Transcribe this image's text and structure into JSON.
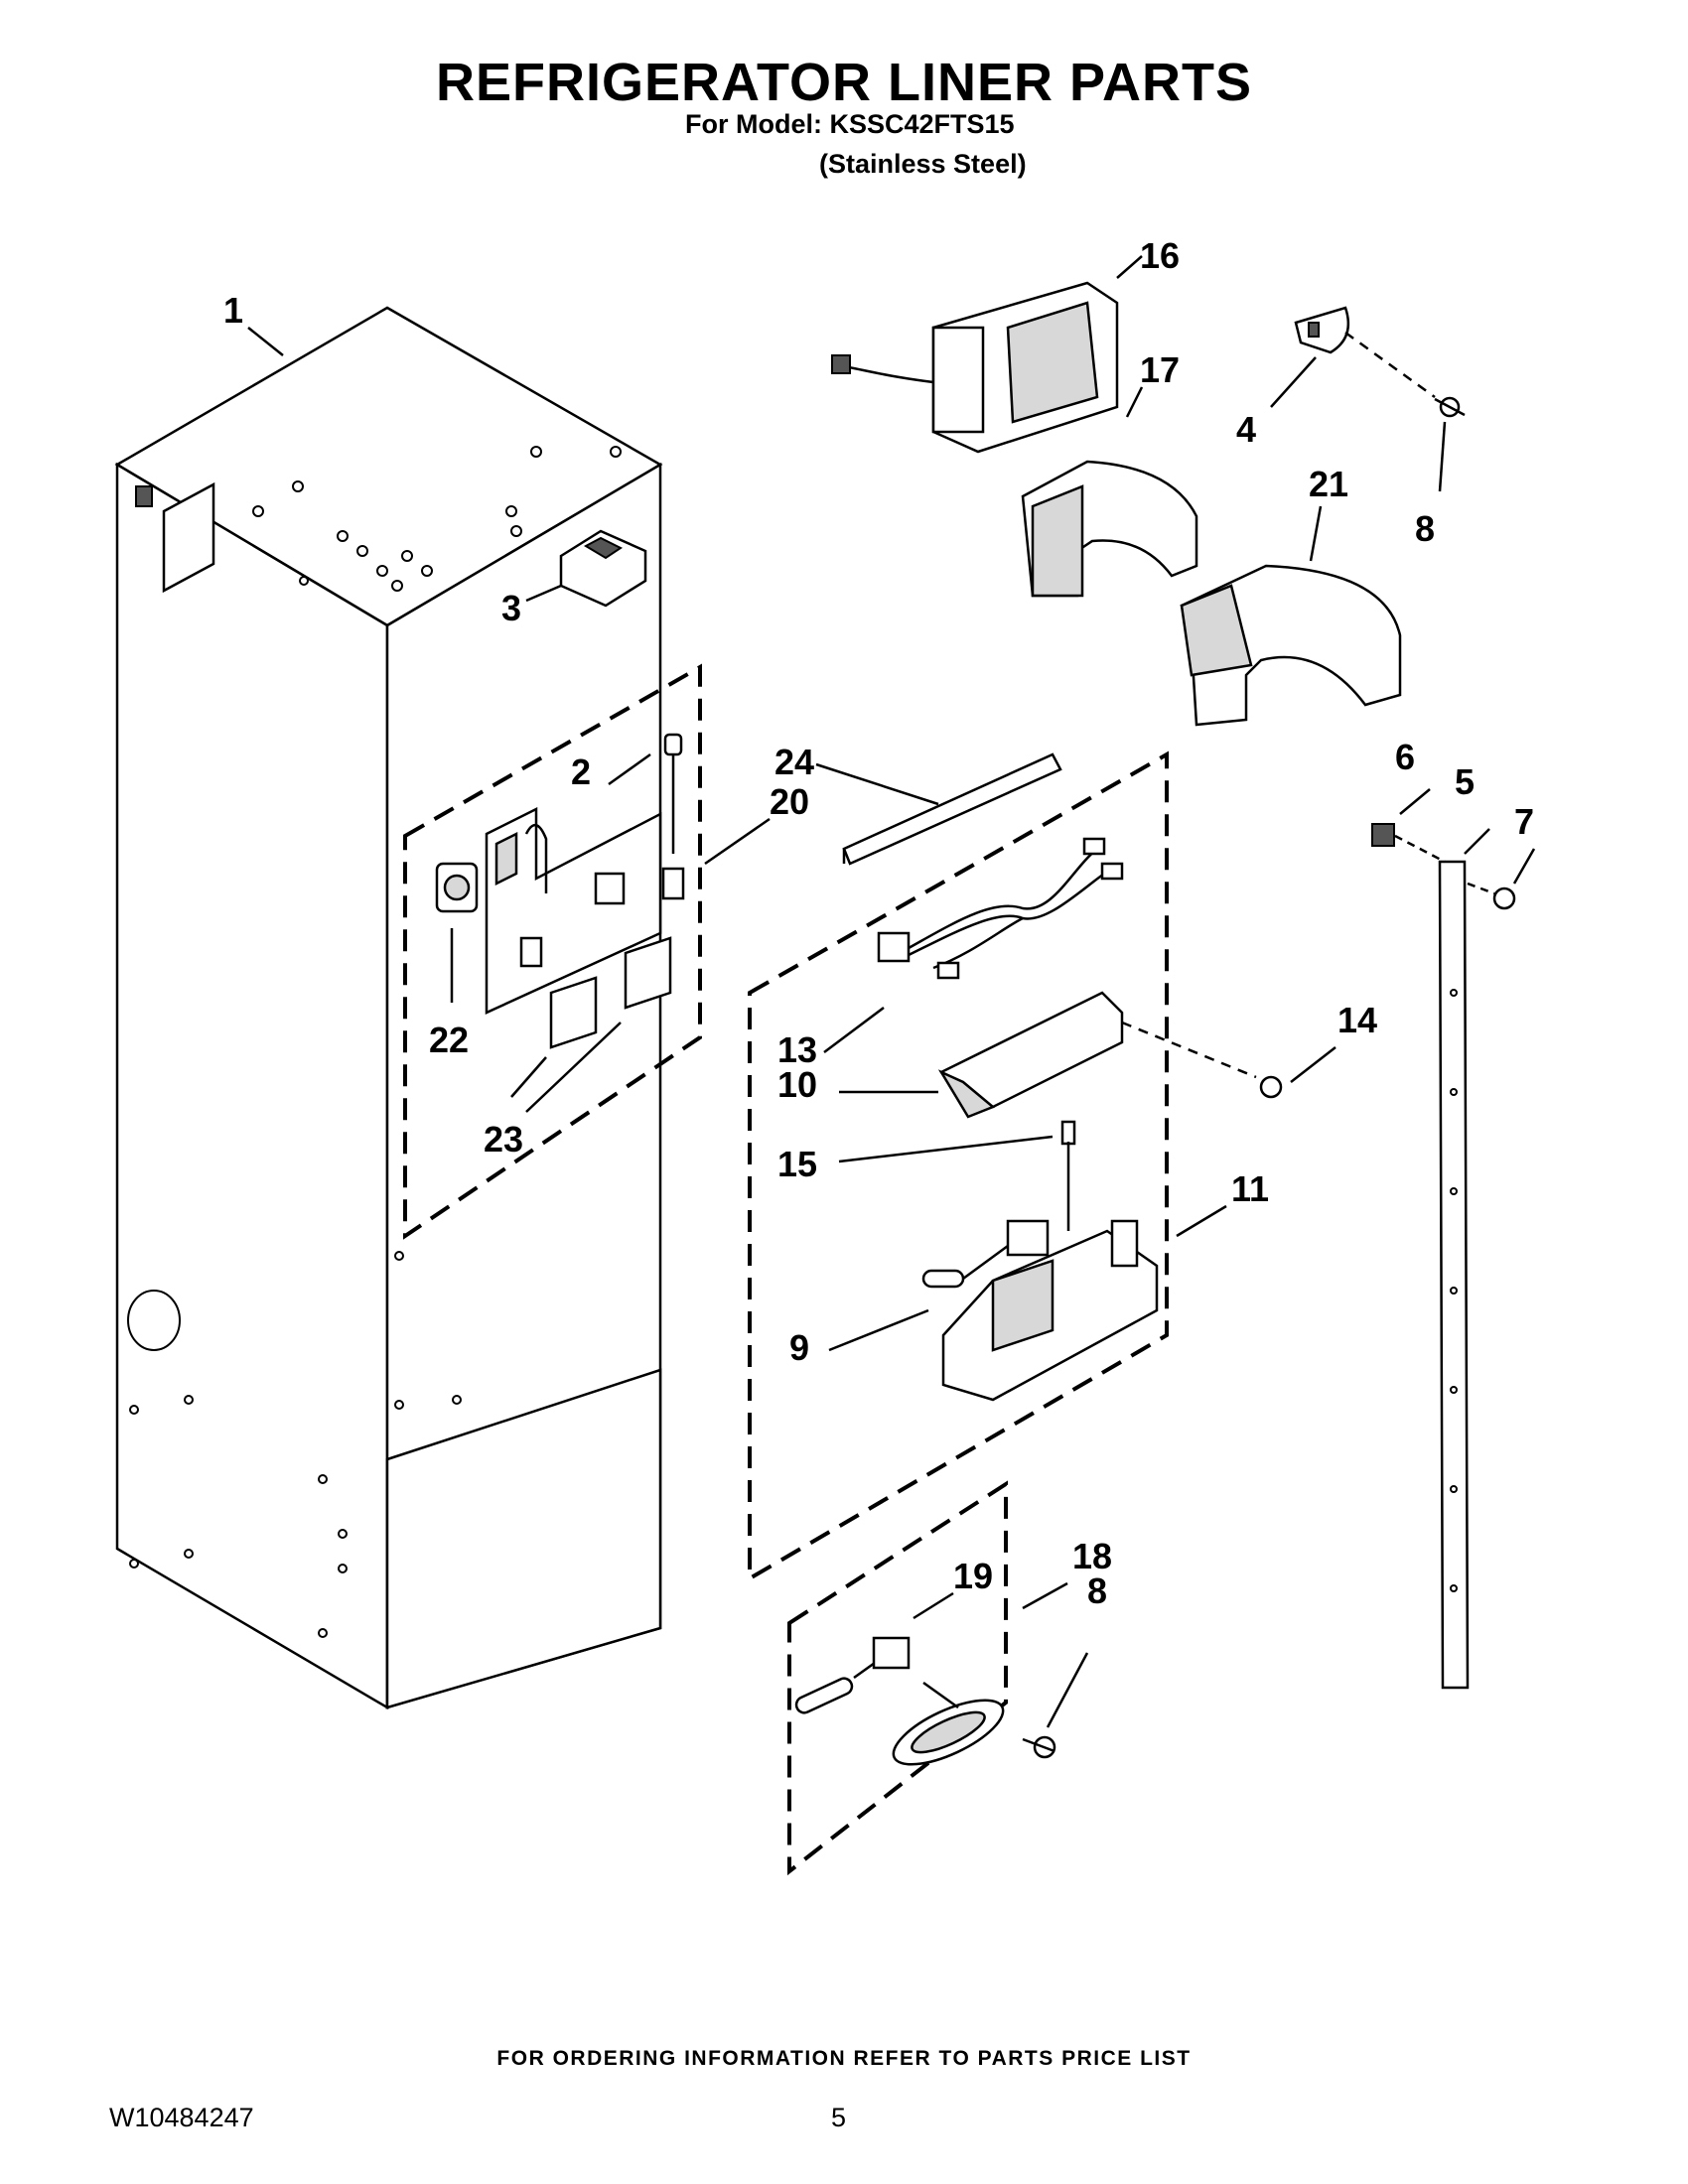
{
  "header": {
    "title": "REFRIGERATOR LINER PARTS",
    "model_line": "For Model: KSSC42FTS15",
    "finish_line": "(Stainless Steel)"
  },
  "footer": {
    "ordering_note": "FOR ORDERING INFORMATION REFER TO PARTS PRICE LIST",
    "document_number": "W10484247",
    "page_number": "5"
  },
  "callouts": {
    "c1": "1",
    "c2": "2",
    "c3": "3",
    "c4": "4",
    "c5": "5",
    "c6": "6",
    "c7": "7",
    "c8a": "8",
    "c8b": "8",
    "c9": "9",
    "c10": "10",
    "c11": "11",
    "c13": "13",
    "c14": "14",
    "c15": "15",
    "c16": "16",
    "c17": "17",
    "c18": "18",
    "c19": "19",
    "c20": "20",
    "c21": "21",
    "c22": "22",
    "c23": "23",
    "c24": "24"
  }
}
